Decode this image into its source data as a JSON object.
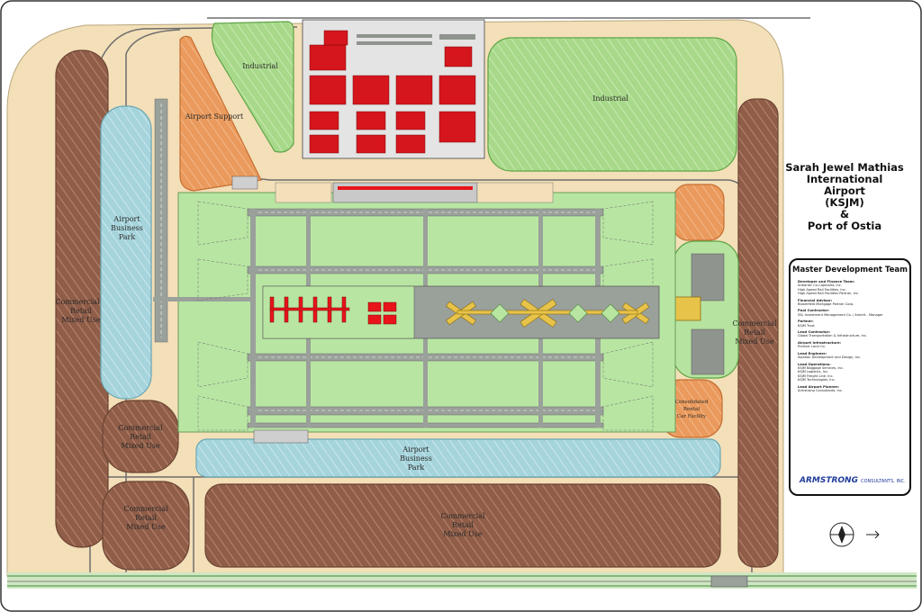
{
  "title_block": {
    "line1": "Sarah Jewel Mathias",
    "line2": "International",
    "line3": "Airport",
    "line4": "(KSJM)",
    "line5": "&",
    "line6": "Port of Ostia"
  },
  "team": {
    "title": "Master Development Team",
    "entries": [
      "Developer and Finance Team:",
      "Antlantic Co-Capitalist, Inc.",
      "High-Speed Rail Facilities, Inc.",
      "High-Speed Rail Facilities Partner, Inc.",
      "Financial Advisor:",
      "Bloomfield Mortgage Partner Corp.",
      "Pool Contractor:",
      "SSL Investment Management Co. / Amerit - Manager",
      "Partner:",
      "KSJM Trust",
      "Lead Contractor:",
      "Global Transportation & Infrastructure, Inc.",
      "Airport Infrastructure:",
      "Premier Land Co.",
      "Lead Engineer:",
      "Aviation Development and Design, Inc.",
      "Lead Operations:",
      "KSJM Baggage Services, Inc.",
      "KSJM Logistics, Inc.",
      "KSJM Freight Line, Inc.",
      "KSJM Technologies, Inc.",
      "Lead Airport Planner:",
      "Armstrong Consultants, Inc."
    ],
    "logo_main": "ARMSTRONG",
    "logo_sub": "CONSULTANTS, INC."
  },
  "labels": {
    "industrial_left": "Industrial",
    "industrial_right": "Industrial",
    "airport_support": "Airport Support",
    "airport_business_park_left": [
      "Airport",
      "Business",
      "Park"
    ],
    "airport_business_park_bottom": [
      "Airport",
      "Business",
      "Park"
    ],
    "commercial_left": [
      "Commercial",
      "Retail",
      "Mixed Use"
    ],
    "commercial_right": [
      "Commercial",
      "Retail",
      "Mixed Use"
    ],
    "commercial_mid_left": [
      "Commercial",
      "Retail",
      "Mixed Use"
    ],
    "commercial_low_left": [
      "Commercial",
      "Retail",
      "Mixed Use"
    ],
    "commercial_bottom": [
      "Commercial",
      "Retail",
      "Mixed Use"
    ],
    "consolidated_rental": [
      "Consolidated",
      "Rental",
      "Car Facility"
    ]
  },
  "colors": {
    "sand": "#f3dfb8",
    "grass": "#a8dc8a",
    "brown": "#8f5d48",
    "blue": "#a9d6dd",
    "orange": "#eb9b5d",
    "red": "#e8141a",
    "runway": "#8f948f",
    "terminal_gold": "#e7c34a"
  }
}
